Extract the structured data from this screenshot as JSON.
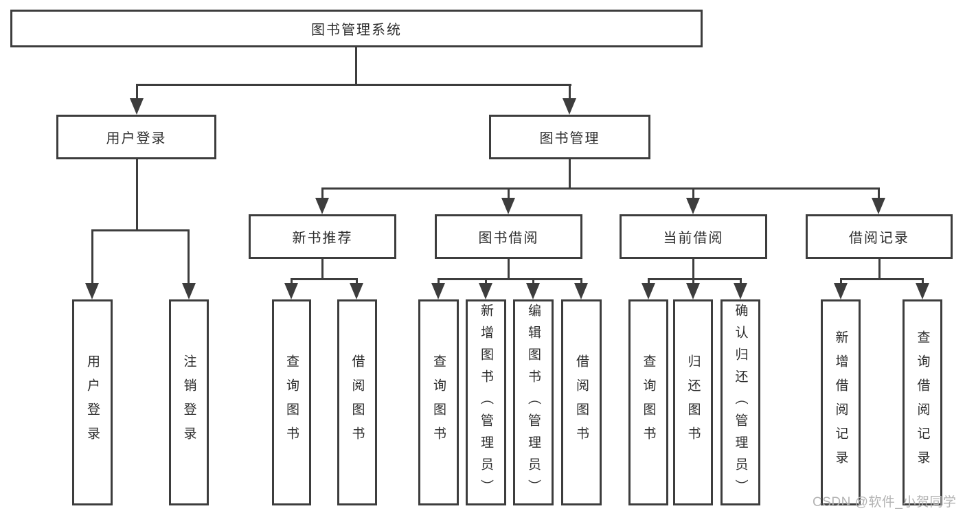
{
  "colors": {
    "background": "#ffffff",
    "line": "#3d3d3d",
    "box_border": "#3d3d3d",
    "text": "#2d2d2d",
    "watermark": "#b3b3b3"
  },
  "nodes": {
    "root": "图书管理系统",
    "l2": [
      "用户登录",
      "图书管理"
    ],
    "l3": [
      "新书推荐",
      "图书借阅",
      "当前借阅",
      "借阅记录"
    ],
    "leaves_user_login": [
      "用户登录",
      "注销登录"
    ],
    "leaves_new_book": [
      "查询图书",
      "借阅图书"
    ],
    "leaves_book_borrow": [
      "查询图书",
      "新增图书（管理员）",
      "编辑图书（管理员）",
      "借阅图书"
    ],
    "leaves_current_borrow": [
      "查询图书",
      "归还图书",
      "确认归还（管理员）"
    ],
    "leaves_borrow_records": [
      "新增借阅记录",
      "查询借阅记录"
    ]
  },
  "watermark": "CSDN @软件_小贺同学"
}
